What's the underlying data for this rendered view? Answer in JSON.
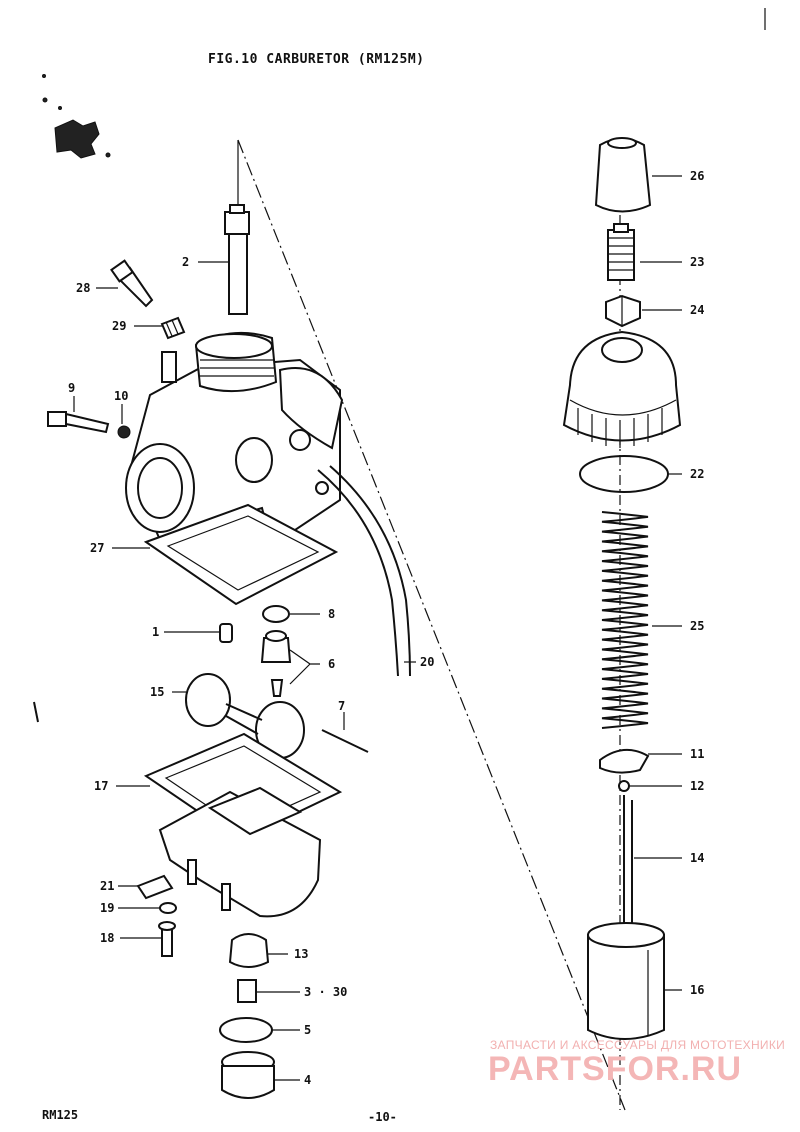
{
  "title": "FIG.10  CARBURETOR (RM125M)",
  "footer": {
    "model": "RM125",
    "page": "-10-"
  },
  "watermark": {
    "line1": "ЗАПЧАСТИ И АКСЕССУАРЫ ДЛЯ МОТОТЕХНИКИ",
    "line2": "PARTSFOR.RU"
  },
  "callouts": {
    "c26": "26",
    "c23": "23",
    "c24": "24",
    "c22": "22",
    "c25": "25",
    "c11": "11",
    "c12": "12",
    "c14": "14",
    "c16": "16",
    "c2": "2",
    "c28": "28",
    "c29": "29",
    "c9": "9",
    "c10": "10",
    "c27": "27",
    "c1": "1",
    "c8": "8",
    "c6": "6",
    "c20": "20",
    "c15": "15",
    "c7": "7",
    "c17": "17",
    "c21": "21",
    "c19": "19",
    "c18": "18",
    "c13": "13",
    "c3_30": "3 · 30",
    "c5": "5",
    "c4": "4"
  }
}
